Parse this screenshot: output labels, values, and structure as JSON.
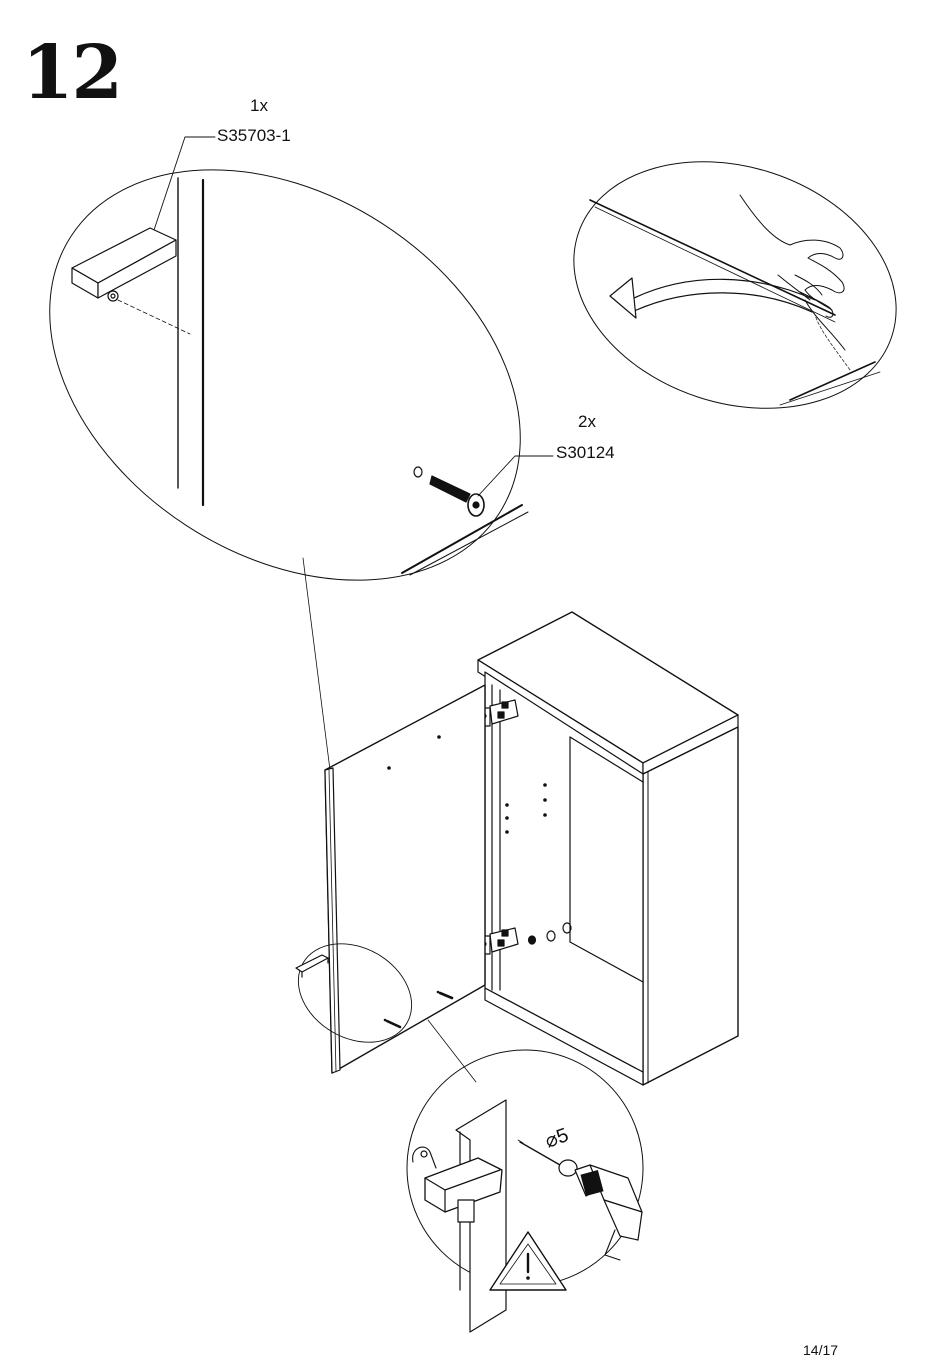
{
  "step": {
    "number": "12"
  },
  "parts": [
    {
      "quantity": "1x",
      "code": "S35703-1"
    },
    {
      "quantity": "2x",
      "code": "S30124"
    }
  ],
  "drill": {
    "diameter_label": "⌀5"
  },
  "footer": {
    "page": "14/17"
  },
  "icons": [
    "warning-icon",
    "drill-icon",
    "hand-icon",
    "arrow-icon"
  ]
}
